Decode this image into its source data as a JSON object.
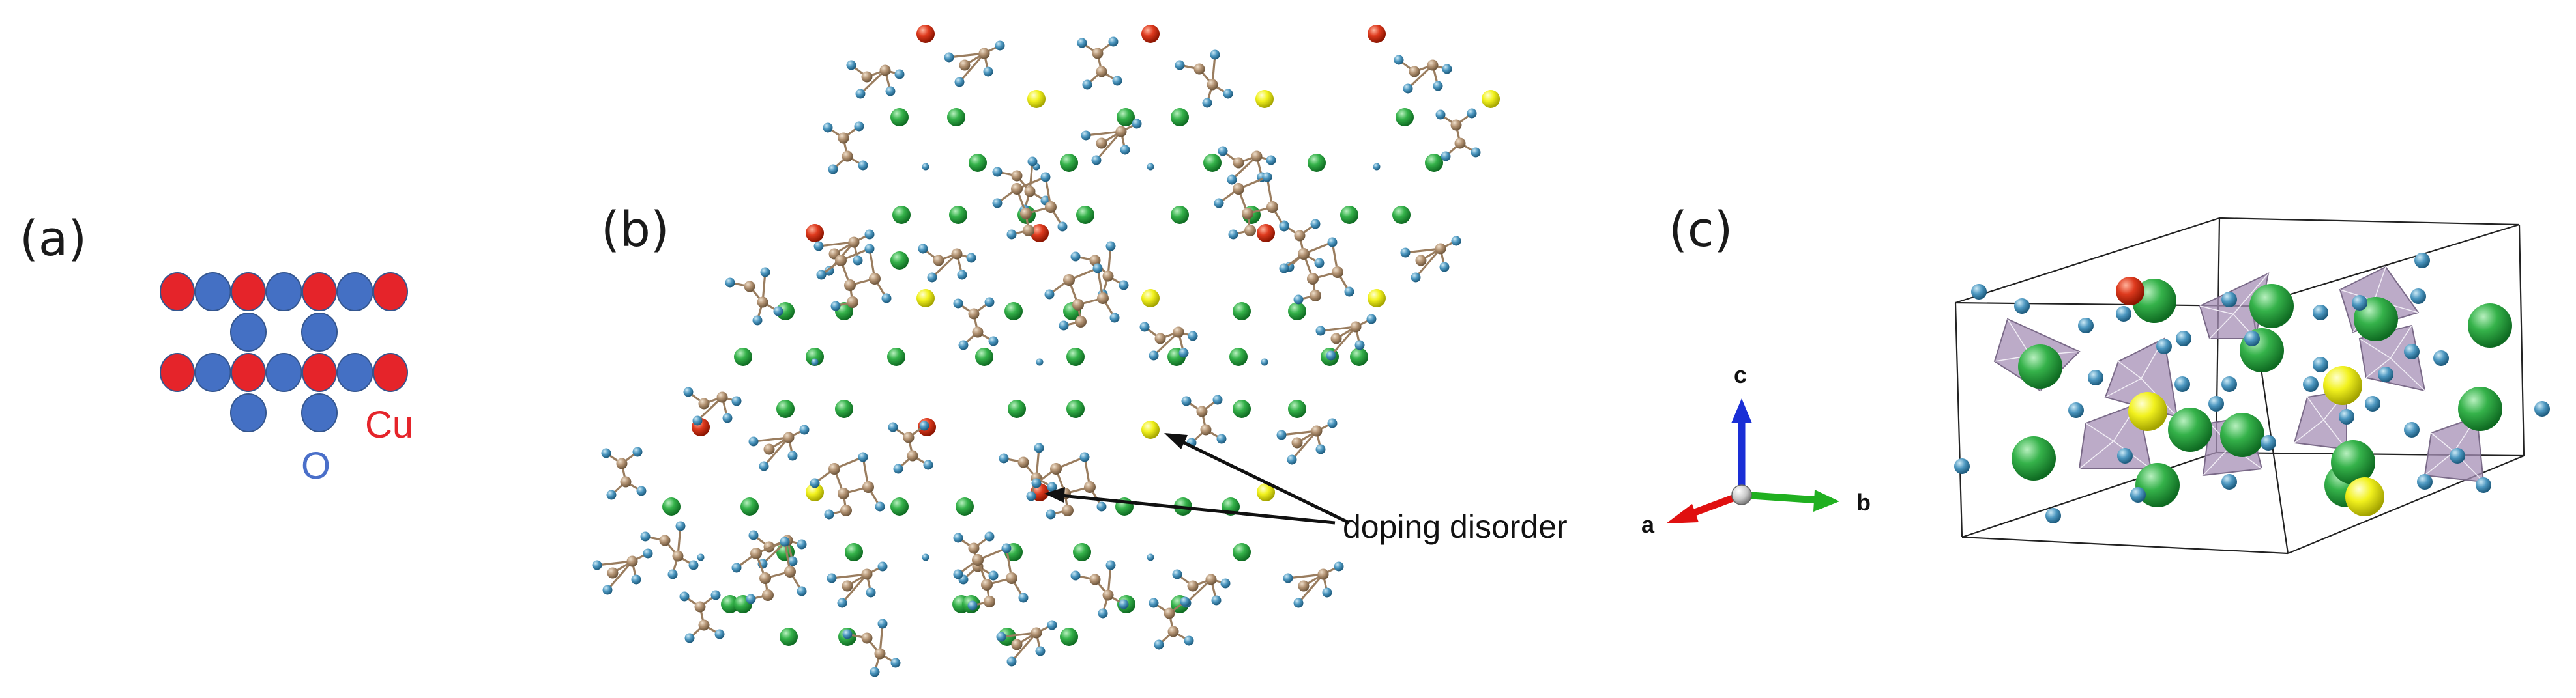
{
  "panels": {
    "a": {
      "label": "(a)",
      "cu_label": "Cu",
      "o_label": "O"
    },
    "b": {
      "label": "(b)",
      "annotation": "doping disorder"
    },
    "c": {
      "label": "(c)",
      "axes": {
        "a": "a",
        "b": "b",
        "c": "c"
      }
    }
  },
  "colors": {
    "cu": "#e5242a",
    "o_panel_a": "#4470c4",
    "dopant_red": "#d9381e",
    "dopant_yellow": "#ecec1c",
    "green_site": "#2fa844",
    "bond_brown": "#a88868",
    "small_blue": "#3f87b3",
    "polyhedron": "#a58fb5",
    "axis_a": "#e01010",
    "axis_b": "#20b020",
    "axis_c": "#1a2fd6"
  },
  "icons": [
    "red-atom",
    "yellow-atom",
    "green-atom",
    "brown-atom",
    "blue-atom",
    "tetrahedron"
  ]
}
